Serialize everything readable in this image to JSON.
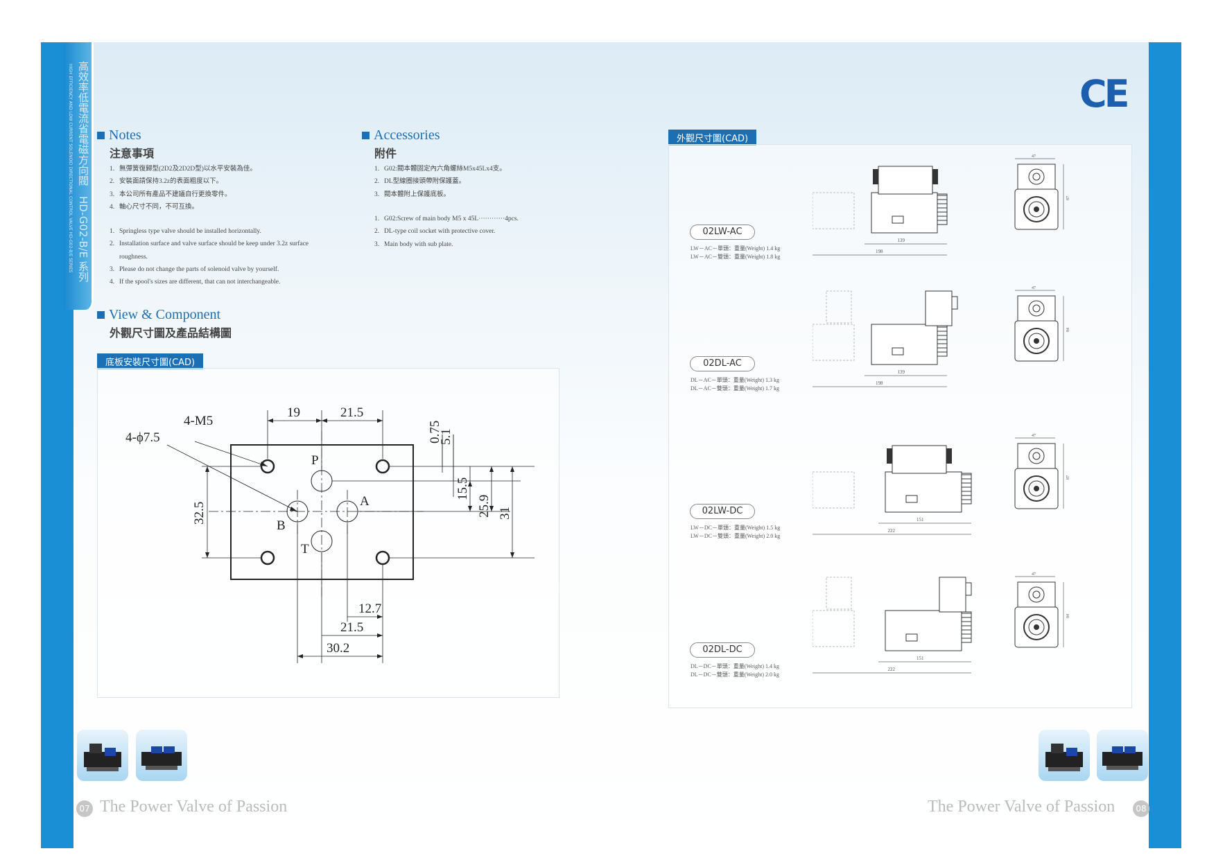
{
  "side_tab": {
    "title_zh": "高效率低電流省電磁方向閥　HD-G02-B/E 系列",
    "title_en": "HIGH EFFICIENCY AND LOW CURRENT SOLENOID DIRECTIONAL CONTROL VALVE HD-G02-B/E SERIES"
  },
  "ce_mark": "CE",
  "notes": {
    "title": "Notes",
    "subtitle": "注意事項",
    "zh_items": [
      {
        "n": "1.",
        "text": "無彈簧復歸型(2D2及2D2D型)以水平安裝為佳。"
      },
      {
        "n": "2.",
        "text": "安裝面請保持3.2z的表面粗度以下。"
      },
      {
        "n": "3.",
        "text": "本公司所有產品不建議自行更換零件。"
      },
      {
        "n": "4.",
        "text": "軸心尺寸不同，不可互換。"
      }
    ],
    "en_items": [
      {
        "n": "1.",
        "text": "Springless type valve should be installed horizontally."
      },
      {
        "n": "2.",
        "text": "Installation surface and valve surface should be keep under 3.2z surface"
      },
      {
        "n": "",
        "text": "roughness."
      },
      {
        "n": "3.",
        "text": "Please do not change the parts of solenoid valve by yourself."
      },
      {
        "n": "4.",
        "text": "If the spool's sizes are different, that can not interchangeable."
      }
    ]
  },
  "accessories": {
    "title": "Accessories",
    "subtitle": "附件",
    "zh_items": [
      {
        "n": "1.",
        "text": "G02:閥本體固定內六角螺絲M5x45Lx4支。"
      },
      {
        "n": "2.",
        "text": "DL型線圈接頭帶附保護蓋。"
      },
      {
        "n": "3.",
        "text": "閥本體附上保護底板。"
      }
    ],
    "en_items": [
      {
        "n": "1.",
        "text": "G02:Screw of main body M5 x 45L············4pcs."
      },
      {
        "n": "2.",
        "text": "DL-type coil socket with protective cover."
      },
      {
        "n": "3.",
        "text": "Main body with sub plate."
      }
    ]
  },
  "view": {
    "title": "View & Component",
    "subtitle": "外觀尺寸圖及產品結構圖",
    "cad_label": "底板安裝尺寸圖(CAD)"
  },
  "subplate_drawing": {
    "labels": {
      "m5": "4-M5",
      "hole": "4-ϕ7.5",
      "P": "P",
      "A": "A",
      "B": "B",
      "T": "T"
    },
    "dims": {
      "d19": "19",
      "d215_top": "21.5",
      "d075": "0.75",
      "d51": "5.1",
      "d155": "15.5",
      "d259": "25.9",
      "d31": "31",
      "d325": "32.5",
      "d127": "12.7",
      "d215_bot": "21.5",
      "d302": "30.2"
    }
  },
  "outline": {
    "cad_label": "外觀尺寸圖(CAD)",
    "models": [
      {
        "name": "02LW-AC",
        "w1": "LW－AC－單頭：重量(Weight) 1.4 kg",
        "w2": "LW－AC－雙頭：重量(Weight) 1.8 kg",
        "d_side": "47",
        "d_height": "87",
        "d_len1": "139",
        "d_len2": "198"
      },
      {
        "name": "02DL-AC",
        "w1": "DL－AC－單頭：重量(Weight) 1.3 kg",
        "w2": "DL－AC－雙頭：重量(Weight) 1.7 kg",
        "d_side": "47",
        "d_height": "84",
        "d_len1": "139",
        "d_len2": "198"
      },
      {
        "name": "02LW-DC",
        "w1": "LW－DC－單頭：重量(Weight) 1.5 kg",
        "w2": "LW－DC－雙頭：重量(Weight) 2.0 kg",
        "d_side": "47",
        "d_height": "87",
        "d_len1": "151",
        "d_len2": "222"
      },
      {
        "name": "02DL-DC",
        "w1": "DL－DC－單頭：重量(Weight) 1.4 kg",
        "w2": "DL－DC－雙頭：重量(Weight) 2.0 kg",
        "d_side": "47",
        "d_height": "84",
        "d_len1": "151",
        "d_len2": "222"
      }
    ]
  },
  "footer": {
    "left_page": "07",
    "right_page": "08",
    "tagline_left": "The Power Valve of Passion",
    "tagline_right": "The Power Valve of Passion"
  },
  "colors": {
    "brand_blue": "#1b8fd6",
    "title_blue": "#1c6fb3"
  }
}
